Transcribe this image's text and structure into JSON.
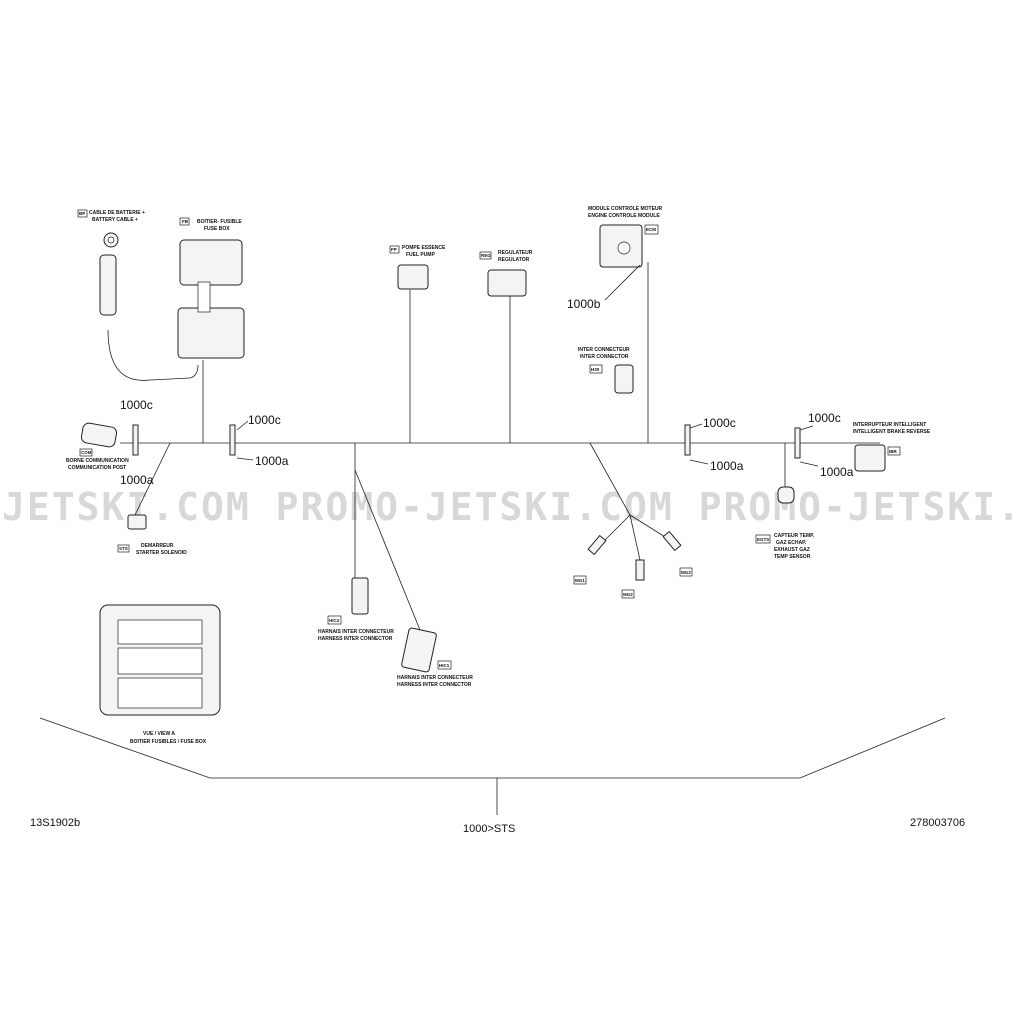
{
  "watermark": "JETSKI.COM   PROMO-JETSKI.COM   PROMO-JETSKI.COM",
  "footer": {
    "left": "13S1902b",
    "center": "1000>STS",
    "right": "278003706"
  },
  "callouts": {
    "c1": "1000c",
    "c2": "1000c",
    "c3": "1000c",
    "c4": "1000c",
    "a1": "1000a",
    "a2": "1000a",
    "a3": "1000a",
    "a4": "1000a",
    "b1": "1000b"
  },
  "components": {
    "bp": {
      "code": "BP",
      "fr": "CABLE DE BATTERIE +",
      "en": "BATTERY CABLE +"
    },
    "fb": {
      "code": "FB",
      "fr": "BOITIER- FUSIBLE",
      "en": "FUSE BOX"
    },
    "fp": {
      "code": "FP",
      "fr": "POMPE ESSENCE",
      "en": "FUEL PUMP"
    },
    "reg": {
      "code": "REG",
      "fr": "REGULATEUR",
      "en": "REGULATOR"
    },
    "ecm": {
      "code": "ECM",
      "fr": "MODULE CONTROLE MOTEUR",
      "en": "ENGINE CONTROLE MODULE"
    },
    "h30": {
      "code": "H30",
      "fr": "INTER CONNECTEUR",
      "en": "INTER CONNECTOR"
    },
    "com": {
      "code": "COM",
      "fr": "BORNE COMMUNICATION",
      "en": "COMMUNICATION POST"
    },
    "sts": {
      "code": "STS",
      "fr": "DEMARREUR",
      "en": "STARTER SOLENOID"
    },
    "hic2": {
      "code": "HIC2",
      "fr": "HARNAIS INTER CONNECTEUR",
      "en": "HARNESS INTER CONNECTOR"
    },
    "hic1": {
      "code": "HIC1",
      "fr": "HARNAIS INTER CONNECTEUR",
      "en": "HARNESS INTER CONNECTOR"
    },
    "egts": {
      "code": "EGTS",
      "l1": "CAPTEUR TEMP.",
      "l2": "GAZ ECHAP.",
      "l3": "EXHAUST GAZ",
      "l4": "TEMP SENSOR"
    },
    "ibr": {
      "code": "IBR",
      "fr": "INTERRUPTEUR INTELLIGENT",
      "en": "INTELLIGENT BRAKE REVERSE"
    },
    "mg1": {
      "code": "MG1"
    },
    "mg2": {
      "code": "MG2"
    },
    "mg3": {
      "code": "MG3"
    }
  },
  "view": {
    "title": "VUE / VIEW A",
    "sub": "BOITIER FUSIBLES / FUSE BOX"
  }
}
